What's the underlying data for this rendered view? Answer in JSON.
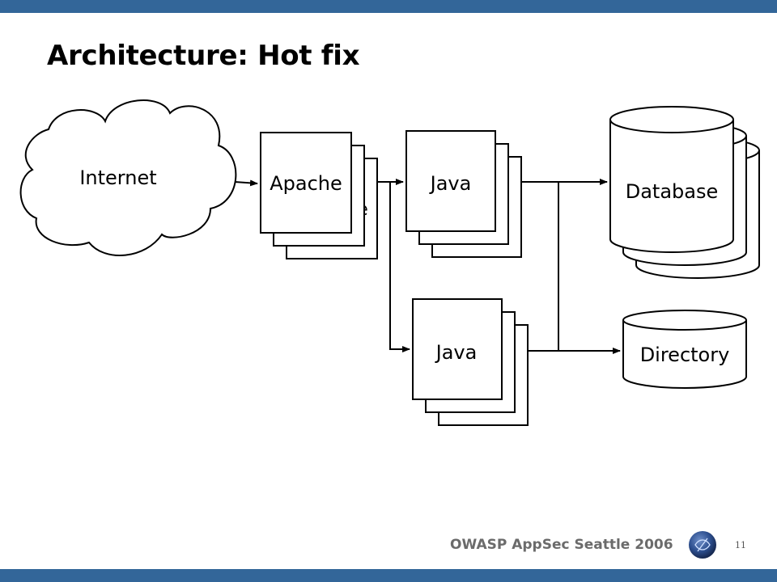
{
  "slide": {
    "title": "Architecture: Hot fix",
    "footer": "OWASP AppSec Seattle 2006",
    "page_number": "11"
  },
  "colors": {
    "band": "#336699",
    "line": "#000000",
    "footer_text": "#6b6b6b"
  },
  "diagram": {
    "internet_label": "Internet",
    "apache_label": "Apache",
    "apache_back_label_fragment": "e",
    "java_top_label": "Java",
    "java_bottom_label": "Java",
    "database_label": "Database",
    "directory_label": "Directory"
  }
}
